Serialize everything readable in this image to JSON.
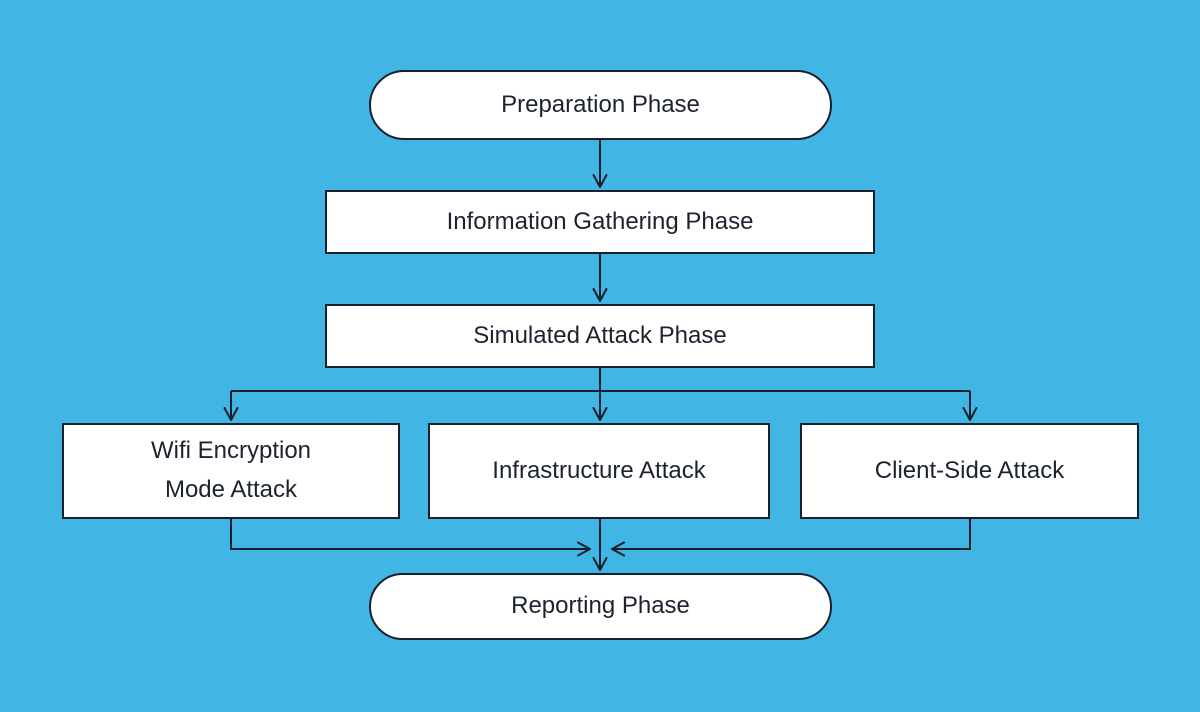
{
  "diagram": {
    "type": "flowchart",
    "background_color": "#41b5e4",
    "node_fill_color": "#ffffff",
    "line_color": "#18202e",
    "text_color": "#1d232e",
    "nodes": [
      {
        "id": "preparation",
        "label": "Preparation Phase",
        "shape": "pill"
      },
      {
        "id": "info-gathering",
        "label": "Information Gathering Phase",
        "shape": "rect"
      },
      {
        "id": "simulated-attack",
        "label": "Simulated Attack Phase",
        "shape": "rect"
      },
      {
        "id": "wifi-encryption",
        "label": "Wifi Encryption\nMode Attack",
        "shape": "rect"
      },
      {
        "id": "infrastructure",
        "label": "Infrastructure Attack",
        "shape": "rect"
      },
      {
        "id": "client-side",
        "label": "Client-Side Attack",
        "shape": "rect"
      },
      {
        "id": "reporting",
        "label": "Reporting Phase",
        "shape": "pill"
      }
    ],
    "edges": [
      {
        "from": "preparation",
        "to": "info-gathering"
      },
      {
        "from": "info-gathering",
        "to": "simulated-attack"
      },
      {
        "from": "simulated-attack",
        "to": "wifi-encryption"
      },
      {
        "from": "simulated-attack",
        "to": "infrastructure"
      },
      {
        "from": "simulated-attack",
        "to": "client-side"
      },
      {
        "from": "wifi-encryption",
        "to": "reporting"
      },
      {
        "from": "infrastructure",
        "to": "reporting"
      },
      {
        "from": "client-side",
        "to": "reporting"
      }
    ]
  }
}
